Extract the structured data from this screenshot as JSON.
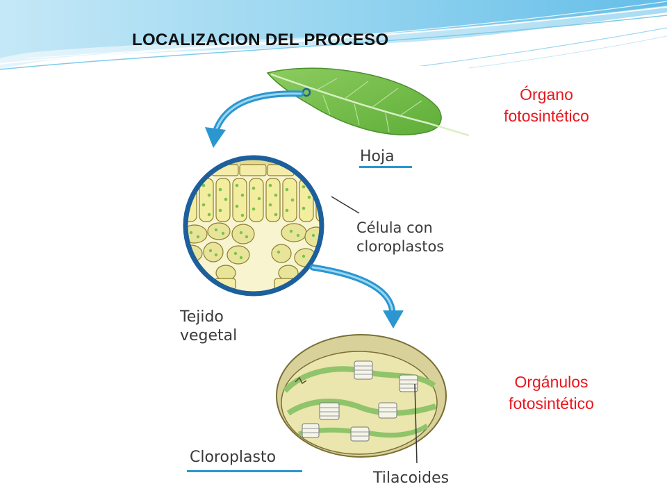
{
  "slide": {
    "title": "LOCALIZACION DEL PROCESO"
  },
  "diagram": {
    "labels": {
      "leaf": "Hoja",
      "cell": "Célula con\ncloroplastos",
      "tissue": "Tejido\nvegetal",
      "chloroplast": "Cloroplasto",
      "thylakoids": "Tilacoides"
    }
  },
  "callouts": {
    "organ": "Órgano\nfotosintético",
    "organelles": "Orgánulos\nfotosintético"
  },
  "colors": {
    "title": "#111111",
    "callout_text": "#e8171f",
    "arrow": "#2b96d0",
    "ring": "#1c5f9c",
    "leaf": "#7cc24e",
    "label_text": "#3a3a3a"
  }
}
